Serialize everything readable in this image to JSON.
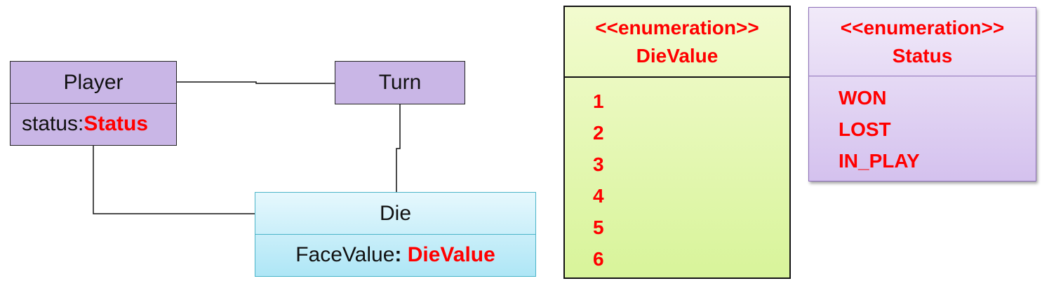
{
  "classes": {
    "player": {
      "name": "Player",
      "attr_label": "status:",
      "attr_type": "Status"
    },
    "turn": {
      "name": "Turn"
    },
    "die": {
      "name": "Die",
      "attr_label": "FaceValue",
      "attr_sep": ": ",
      "attr_type": "DieValue"
    }
  },
  "enums": {
    "dievalue": {
      "stereotype": "<<enumeration>>",
      "name": "DieValue",
      "literals": [
        "1",
        "2",
        "3",
        "4",
        "5",
        "6"
      ]
    },
    "status": {
      "stereotype": "<<enumeration>>",
      "name": "Status",
      "literals": [
        "WON",
        "LOST",
        "IN_PLAY"
      ]
    }
  },
  "colors": {
    "class_fill": "#c9b6e6",
    "die_fill": "#aee6f6",
    "dievalue_fill": "#d8f49a",
    "highlight_text": "#ff0000"
  }
}
